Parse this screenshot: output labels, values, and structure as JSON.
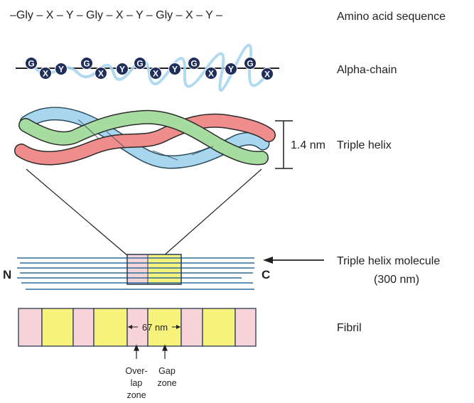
{
  "sequence": "–Gly – X – Y – Gly – X – Y – Gly – X – Y –",
  "labels": {
    "amino_acid_sequence": "Amino acid sequence",
    "alpha_chain": "Alpha-chain",
    "dimension": "1.4 nm",
    "triple_helix": "Triple helix",
    "triple_helix_molecule": "Triple helix molecule",
    "molecule_length": "(300 nm)",
    "fibril": "Fibril",
    "n_terminus": "N",
    "c_terminus": "C",
    "period": "67 nm",
    "overlap_zone": [
      "Over-",
      "lap",
      "zone"
    ],
    "gap_zone": [
      "Gap",
      "zone"
    ]
  },
  "alpha_chain_residues": [
    "G",
    "X",
    "Y",
    "G",
    "X",
    "Y",
    "G",
    "X",
    "Y",
    "G",
    "X",
    "Y",
    "G",
    "X"
  ],
  "colors": {
    "overlap_pink": "#f6d4d8",
    "gap_yellow": "#f6f27a",
    "strand_blue": "#a8d6ef",
    "strand_green": "#a6dca0",
    "strand_red": "#ee8d8c",
    "line_blue": "#2b6b9a",
    "residue_circle": "#1f2e5a"
  }
}
